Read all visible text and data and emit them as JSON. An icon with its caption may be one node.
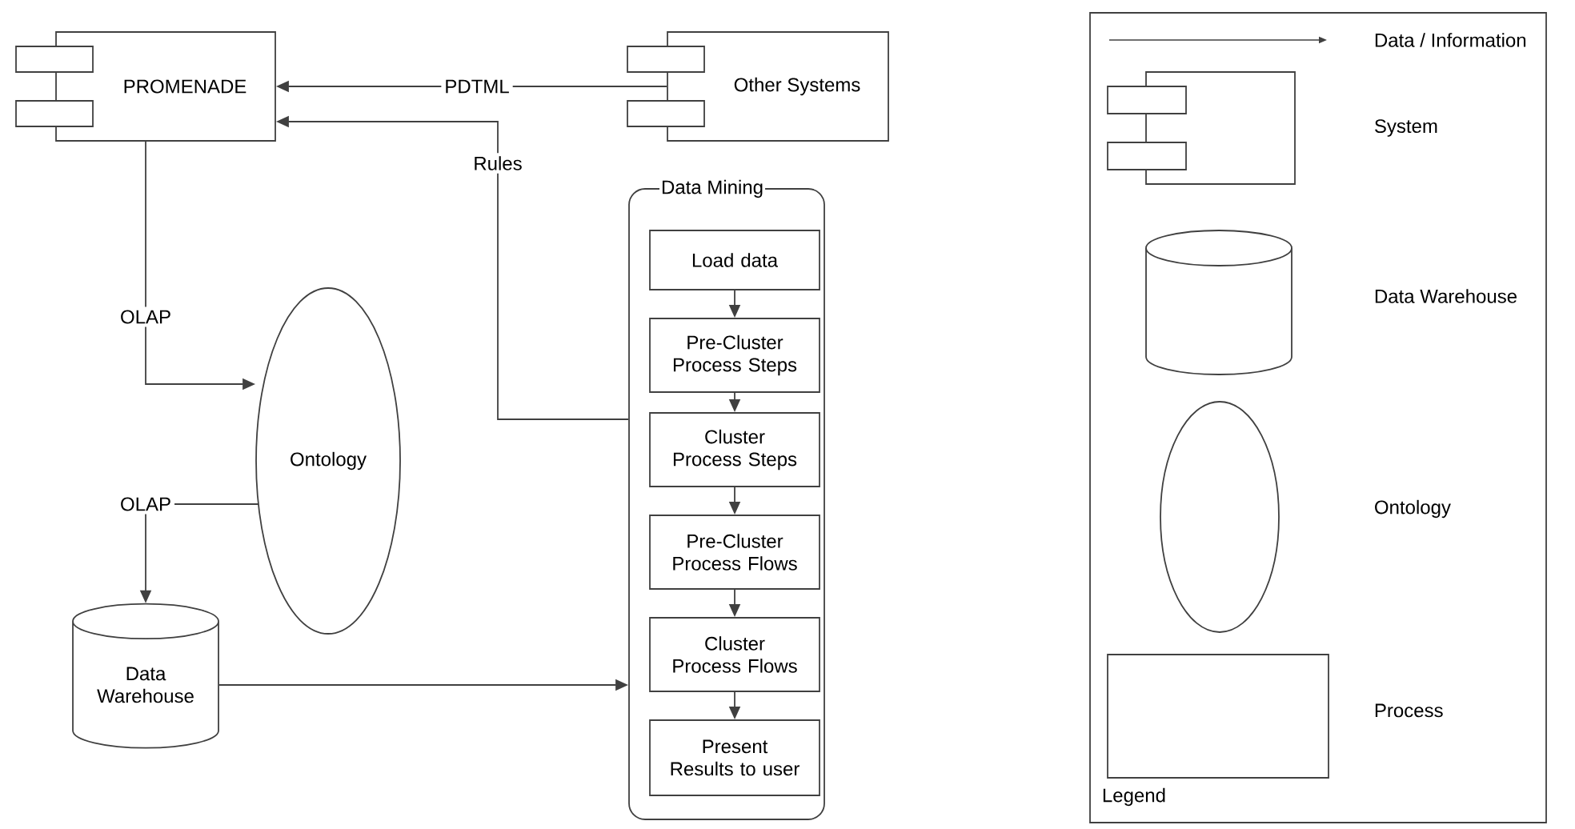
{
  "diagram": {
    "nodes": [
      {
        "text": [
          "PROMENADE"
        ]
      },
      {
        "text": [
          "Other Systems"
        ]
      },
      {
        "text": [
          "Ontology"
        ]
      },
      {
        "text": [
          "Data Warehouse"
        ]
      },
      {
        "text": [
          "Data Mining"
        ]
      },
      {
        "text": [
          "Load data"
        ],
        "in": 4
      },
      {
        "text": [
          "Pre-Cluster Process Steps"
        ],
        "in": 4
      },
      {
        "text": [
          "Cluster Process Steps"
        ],
        "in": 4
      },
      {
        "text": [
          "Pre-Cluster Process Flows"
        ],
        "in": 4
      },
      {
        "text": [
          "Cluster Process Flows"
        ],
        "in": 4
      },
      {
        "text": [
          "Present Results to user"
        ],
        "in": 4
      }
    ],
    "edges": [
      {
        "from": 1,
        "to": 0,
        "arrow": "to",
        "label": "PDTML"
      },
      {
        "from": 4,
        "to": 0,
        "arrow": "to",
        "label": "Rules"
      },
      {
        "from": 0,
        "to": 2,
        "arrow": "to",
        "label": "OLAP"
      },
      {
        "from": 2,
        "to": 3,
        "arrow": "to",
        "label": "OLAP"
      },
      {
        "from": 3,
        "to": 4,
        "arrow": "to"
      },
      {
        "from": 5,
        "to": 6,
        "arrow": "to"
      },
      {
        "from": 6,
        "to": 7,
        "arrow": "to"
      },
      {
        "from": 7,
        "to": 8,
        "arrow": "to"
      },
      {
        "from": 8,
        "to": 9,
        "arrow": "to"
      },
      {
        "from": 9,
        "to": 10,
        "arrow": "to"
      }
    ],
    "labels": [
      "Legend"
    ],
    "legend": [
      {
        "text": "Data / Information"
      },
      {
        "text": "System"
      },
      {
        "text": "Data Warehouse"
      },
      {
        "text": "Ontology"
      },
      {
        "text": "Process"
      }
    ]
  }
}
